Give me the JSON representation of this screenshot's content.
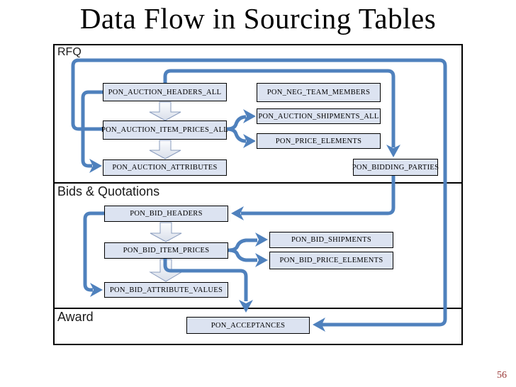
{
  "slide": {
    "title": "Data Flow in Sourcing Tables",
    "page_number": "56"
  },
  "sections": [
    {
      "id": "rfq",
      "label": "RFQ"
    },
    {
      "id": "bids",
      "label": "Bids & Quotations"
    },
    {
      "id": "award",
      "label": "Award"
    }
  ],
  "nodes": {
    "auction_headers": "PON_AUCTION_HEADERS_ALL",
    "auction_item_prices": "PON_AUCTION_ITEM_PRICES_ALL",
    "auction_attributes": "PON_AUCTION_ATTRIBUTES",
    "neg_team_members": "PON_NEG_TEAM_MEMBERS",
    "auction_shipments": "PON_AUCTION_SHIPMENTS_ALL",
    "price_elements": "PON_PRICE_ELEMENTS",
    "bidding_parties": "PON_BIDDING_PARTIES",
    "bid_headers": "PON_BID_HEADERS",
    "bid_item_prices": "PON_BID_ITEM_PRICES",
    "bid_shipments": "PON_BID_SHIPMENTS",
    "bid_price_elements": "PON_BID_PRICE_ELEMENTS",
    "bid_attribute_values": "PON_BID_ATTRIBUTE_VALUES",
    "acceptances": "PON_ACCEPTANCES"
  },
  "edges": [
    {
      "from": "PON_AUCTION_HEADERS_ALL",
      "to": "PON_AUCTION_ITEM_PRICES_ALL",
      "style": "block-arrow"
    },
    {
      "from": "PON_AUCTION_ITEM_PRICES_ALL",
      "to": "PON_AUCTION_ATTRIBUTES",
      "style": "block-arrow"
    },
    {
      "from": "PON_AUCTION_HEADERS_ALL",
      "to": "PON_AUCTION_ATTRIBUTES",
      "style": "connector"
    },
    {
      "from": "PON_AUCTION_HEADERS_ALL",
      "to": "PON_BIDDING_PARTIES",
      "style": "connector"
    },
    {
      "from": "PON_AUCTION_ITEM_PRICES_ALL",
      "to": "PON_AUCTION_SHIPMENTS_ALL",
      "style": "connector"
    },
    {
      "from": "PON_AUCTION_ITEM_PRICES_ALL",
      "to": "PON_PRICE_ELEMENTS",
      "style": "connector"
    },
    {
      "from": "PON_AUCTION_ITEM_PRICES_ALL",
      "to": "PON_ACCEPTANCES",
      "style": "connector"
    },
    {
      "from": "PON_BIDDING_PARTIES",
      "to": "PON_BID_HEADERS",
      "style": "connector"
    },
    {
      "from": "PON_BID_HEADERS",
      "to": "PON_BID_ITEM_PRICES",
      "style": "block-arrow"
    },
    {
      "from": "PON_BID_ITEM_PRICES",
      "to": "PON_BID_ATTRIBUTE_VALUES",
      "style": "block-arrow"
    },
    {
      "from": "PON_BID_HEADERS",
      "to": "PON_BID_ATTRIBUTE_VALUES",
      "style": "connector"
    },
    {
      "from": "PON_BID_ITEM_PRICES",
      "to": "PON_BID_SHIPMENTS",
      "style": "connector"
    },
    {
      "from": "PON_BID_ITEM_PRICES",
      "to": "PON_BID_PRICE_ELEMENTS",
      "style": "connector"
    },
    {
      "from": "PON_BID_ITEM_PRICES",
      "to": "PON_ACCEPTANCES",
      "style": "connector"
    }
  ],
  "colors": {
    "connector_blue": "#4f81bd",
    "node_fill": "#dce3f1",
    "node_border": "#000000",
    "section_border": "#000000",
    "page_number": "#993735"
  }
}
